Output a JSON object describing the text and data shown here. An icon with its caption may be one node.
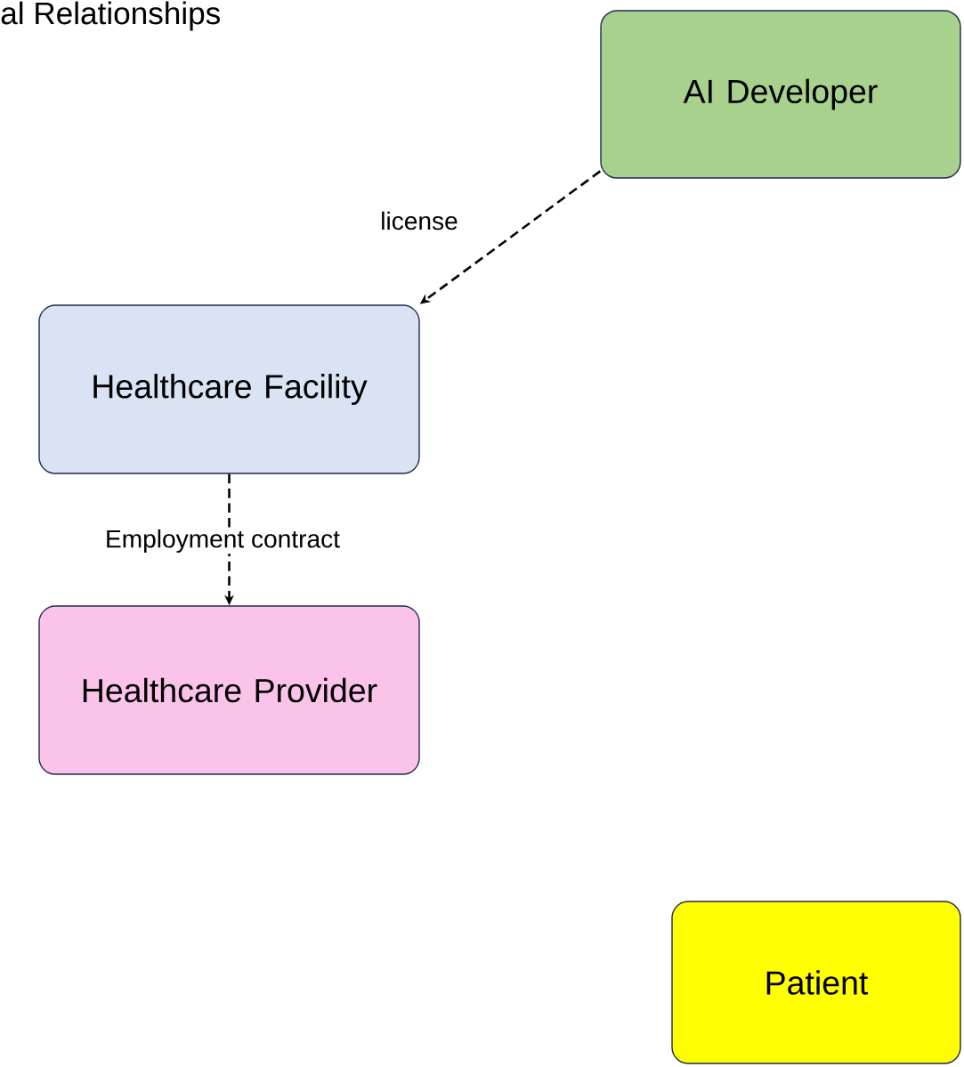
{
  "diagram": {
    "title": "al Relationships",
    "nodes": [
      {
        "text": [
          "AI Developer"
        ]
      },
      {
        "text": [
          "Healthcare Facility"
        ]
      },
      {
        "text": [
          "Healthcare Provider"
        ]
      },
      {
        "text": [
          "Patient"
        ]
      }
    ],
    "edges": [
      {
        "from": 0,
        "to": 1,
        "arrow": "to",
        "style": "dashed",
        "label": "license"
      },
      {
        "from": 1,
        "to": 2,
        "arrow": "to",
        "style": "dashed",
        "label": "Employment contract"
      }
    ]
  }
}
